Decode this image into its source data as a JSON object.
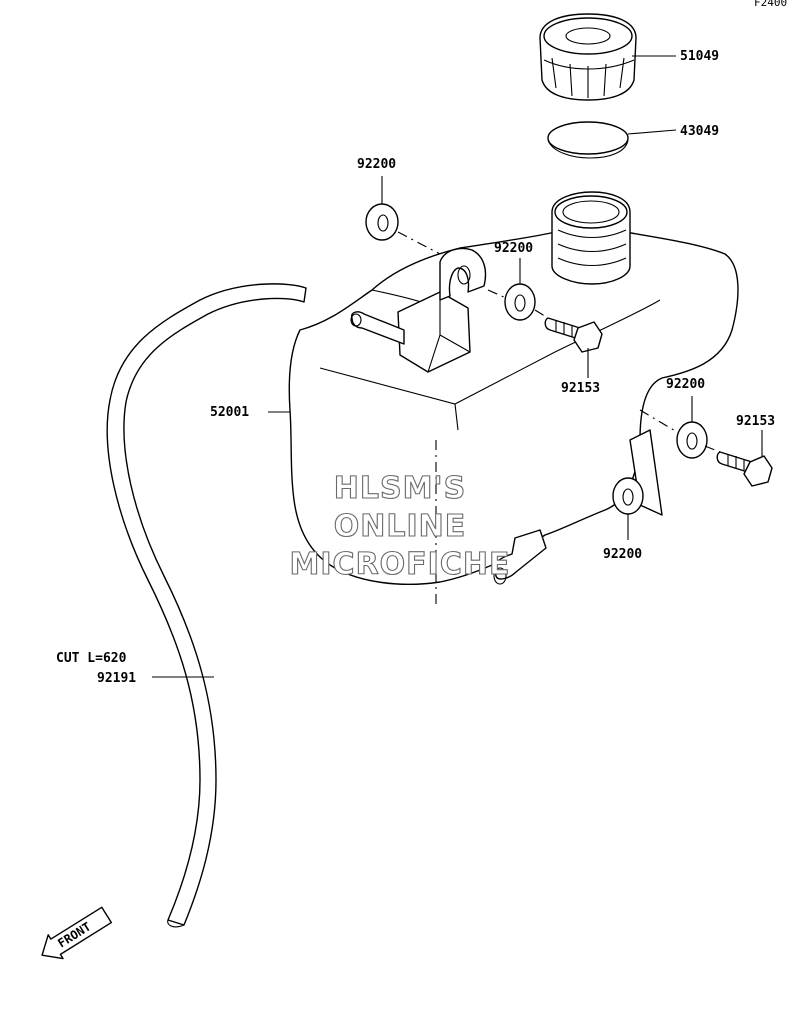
{
  "corner_code": "F2400",
  "labels": {
    "cap": "51049",
    "gasket": "43049",
    "washer_top": "92200",
    "washer_mid": "92200",
    "washer_right": "92200",
    "washer_bottom": "92200",
    "bolt_mid": "92153",
    "bolt_right": "92153",
    "tank": "52001",
    "hose_cut": "CUT L=620",
    "hose": "92191"
  },
  "watermark": {
    "line1": "HLSM'S",
    "line2": "ONLINE",
    "line3": "MICROFICHE"
  },
  "front_marker": "FRONT"
}
